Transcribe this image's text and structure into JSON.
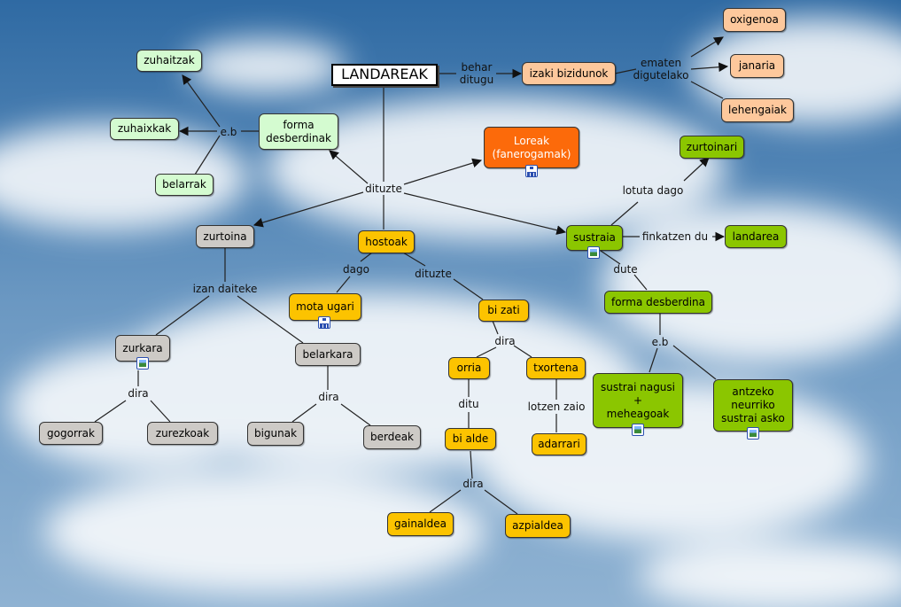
{
  "root": "LANDAREAK",
  "colors": {
    "orange_light": "#fdc89c",
    "green_light": "#d4fbd0",
    "orange_strong": "#fc6a0a",
    "yellow": "#fcc300",
    "gray": "#cdcac6",
    "green": "#8bc600"
  },
  "nodes": {
    "izaki": "izaki bizidunok",
    "oxigenoa": "oxigenoa",
    "janaria": "janaria",
    "lehengaiak": "lehengaiak",
    "forma": "forma\ndesberdinak",
    "zuhaitzak": "zuhaitzak",
    "zuhaixkak": "zuhaixkak",
    "belarrak": "belarrak",
    "loreak": "Loreak\n(fanerogamak)",
    "zurtoina": "zurtoina",
    "hostoak": "hostoak",
    "sustraia": "sustraia",
    "zurtoinari": "zurtoinari",
    "landarea": "landarea",
    "formadesberdina": "forma desberdina",
    "sustrainagusi": "sustrai nagusi\n+\nmeheagoak",
    "antzeko": "antzeko\nneurriko\nsustrai asko",
    "motaugari": "mota ugari",
    "bizati": "bi zati",
    "orria": "orria",
    "txortena": "txortena",
    "bialde": "bi alde",
    "adarrari": "adarrari",
    "gainaldea": "gainaldea",
    "azpialdea": "azpialdea",
    "zurkara": "zurkara",
    "belarkara": "belarkara",
    "gogorrak": "gogorrak",
    "zurezkoak": "zurezkoak",
    "bigunak": "bigunak",
    "berdeak": "berdeak"
  },
  "labels": {
    "behar": "behar\nditugu",
    "ematen": "ematen\ndigutelako",
    "eb1": "e.b",
    "dituzte1": "dituzte",
    "lotuta": "lotuta dago",
    "finkatzen": "finkatzen du",
    "dute": "dute",
    "eb2": "e.b",
    "dago": "dago",
    "dituzte2": "dituzte",
    "dira1": "dira",
    "ditu": "ditu",
    "lotzen": "lotzen zaio",
    "dira2": "dira",
    "izan": "izan daiteke",
    "dira3": "dira",
    "dira4": "dira"
  }
}
